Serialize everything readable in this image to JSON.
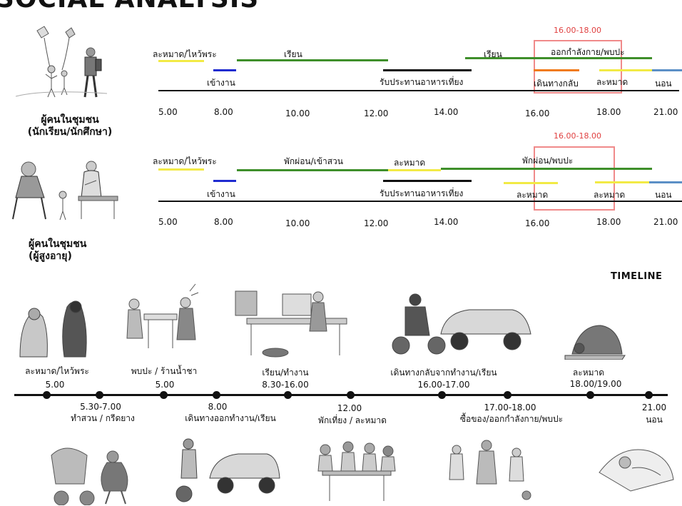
{
  "title": "SOCIAL ANALYSIS",
  "row1": {
    "group_label_line1": "ผู้คนในชุมชน",
    "group_label_line2": "(นักเรียน/นักศึกษา)",
    "highlight_time": "16.00-18.00",
    "labels": {
      "pray": "ละหมาด/ไหว้พระ",
      "study1": "เรียน",
      "study2": "เรียน",
      "exercise": "ออกกำลังกาย/พบปะ",
      "enter": "เข้างาน",
      "lunch": "รับประทานอาหารเที่ยง",
      "return": "เดินทางกลับ",
      "pray2": "ละหมาด",
      "sleep": "นอน"
    },
    "ticks": [
      "5.00",
      "8.00",
      "10.00",
      "12.00",
      "14.00",
      "16.00",
      "18.00",
      "21.00"
    ]
  },
  "row2": {
    "group_label_line1": "ผู้คนในชุมชน",
    "group_label_line2": "(ผู้สูงอายุ)",
    "highlight_time": "16.00-18.00",
    "labels": {
      "pray": "ละหมาด/ไหว้พระ",
      "rest_garden": "พักผ่อน/เข้าสวน",
      "pray_mid": "ละหมาด",
      "rest_meet": "พักผ่อน/พบปะ",
      "enter": "เข้างาน",
      "lunch": "รับประทานอาหารเที่ยง",
      "pray2": "ละหมาด",
      "pray3": "ละหมาด",
      "sleep": "นอน"
    },
    "ticks": [
      "5.00",
      "8.00",
      "10.00",
      "12.00",
      "14.00",
      "16.00",
      "18.00",
      "21.00"
    ]
  },
  "timeline": {
    "title": "TIMELINE",
    "top_events": [
      {
        "label": "ละหมาด/ไหว้พระ",
        "time": "5.00"
      },
      {
        "label": "พบปะ / ร้านน้ำชา",
        "time": "5.00"
      },
      {
        "label": "เรียน/ทำงาน",
        "time": "8.30-16.00"
      },
      {
        "label": "เดินทางกลับจากทำงาน/เรียน",
        "time": "16.00-17.00"
      },
      {
        "label": "ละหมาด",
        "time": "18.00/19.00"
      }
    ],
    "bottom_events": [
      {
        "time": "5.30-7.00",
        "label": "ทำสวน / กรีดยาง"
      },
      {
        "time": "8.00",
        "label": "เดินทางออกทำงาน/เรียน"
      },
      {
        "time": "12.00",
        "label": "พักเที่ยง / ละหมาด"
      },
      {
        "time": "17.00-18.00",
        "label": "ซื้อของ/ออกกำลังกาย/พบปะ"
      },
      {
        "time": "21.00",
        "label": "นอน"
      }
    ]
  },
  "colors": {
    "yellow": "#f2ea45",
    "green": "#3e8f2a",
    "blue": "#1f2bd0",
    "black": "#111111",
    "orange": "#f07a1a",
    "steel_blue": "#5b8fc6",
    "highlight": "#f08a8a",
    "highlight_text": "#e04040"
  }
}
